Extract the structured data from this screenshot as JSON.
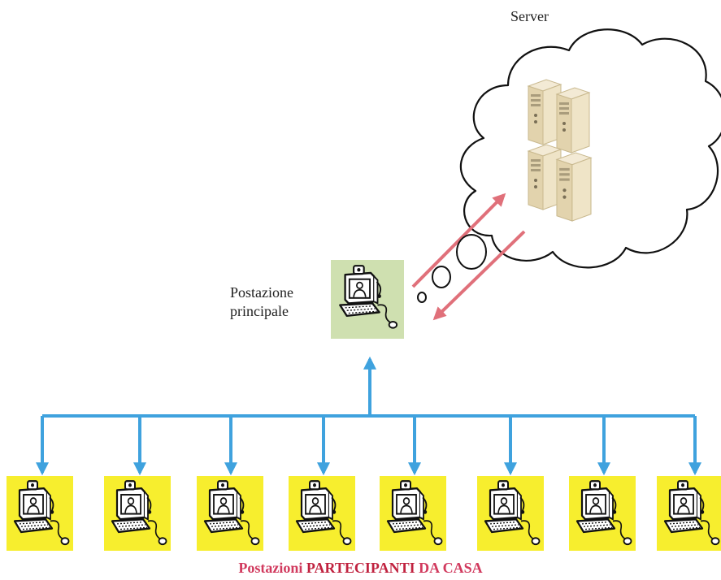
{
  "labels": {
    "server": "Server",
    "main_station_line1": "Postazione",
    "main_station_line2": "principale",
    "participants_prefix": "Postazioni ",
    "participants_mid": "PARTECIPANTI",
    "participants_suffix": " DA CASA"
  },
  "nodes": {
    "participant_count": 8,
    "participant_icon": "computer-workstation-icon",
    "main_icon": "computer-workstation-icon",
    "server_icon": "server-tower-icon",
    "cloud_icon": "cloud-icon"
  },
  "colors": {
    "participant_bg": "#f7ee2e",
    "main_bg": "#cfe0b0",
    "connector_blue": "#3fa2de",
    "arrow_red": "#e0707a",
    "caption_red": "#d13a5e"
  }
}
